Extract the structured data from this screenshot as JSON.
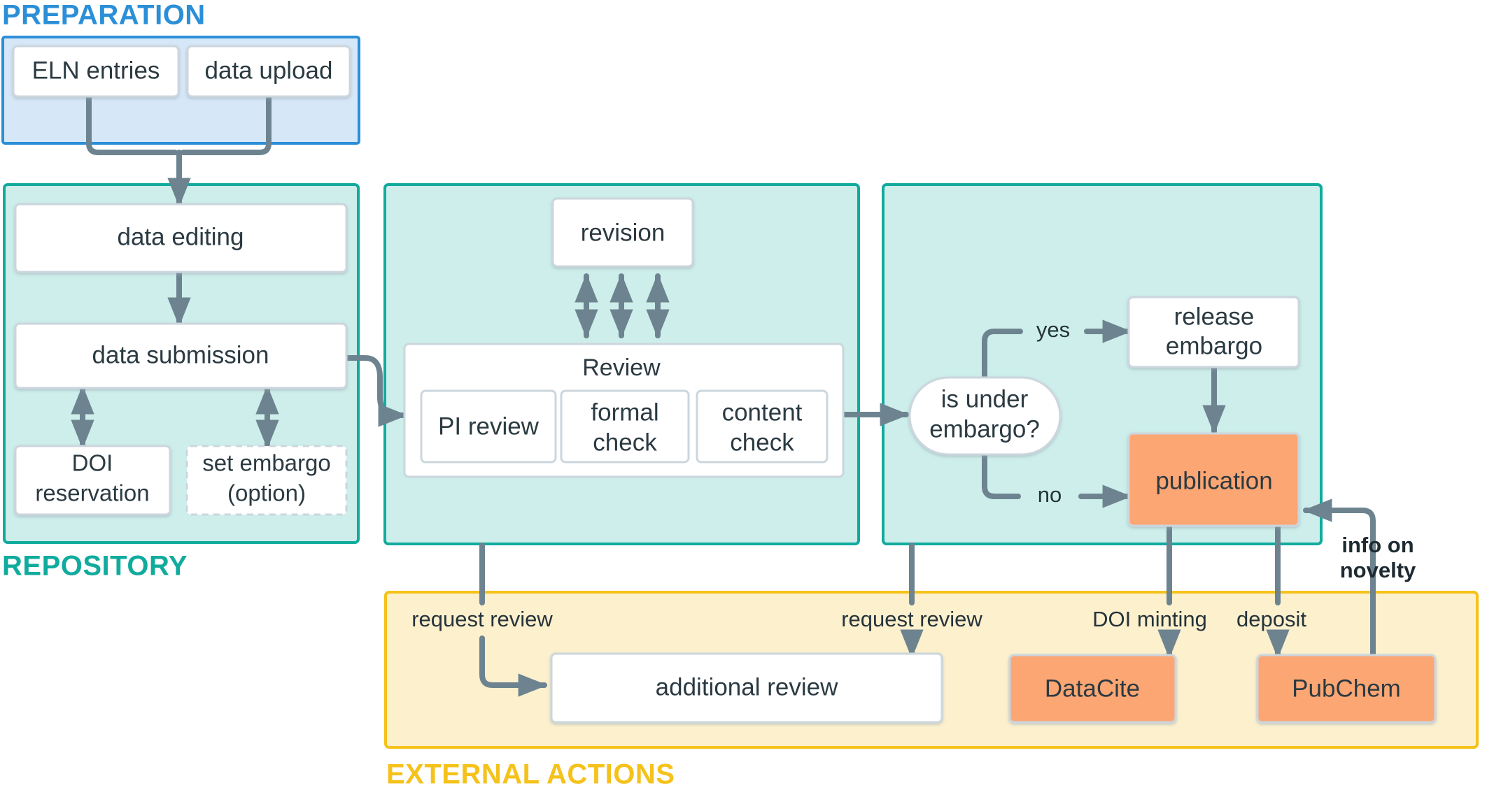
{
  "zones": [
    {
      "key": "preparation",
      "label": "PREPARATION",
      "color": "#2b8fd8",
      "fill": "#d6e7f8"
    },
    {
      "key": "repository",
      "label": "REPOSITORY",
      "color": "#11ab9e",
      "fill": "#cdeeea"
    },
    {
      "key": "external",
      "label": "EXTERNAL ACTIONS",
      "color": "#f5c21b",
      "fill": "#fcf0cd"
    }
  ],
  "nodes": {
    "eln_entries": "ELN entries",
    "data_upload": "data upload",
    "data_editing": "data editing",
    "data_submission": "data submission",
    "doi_reservation": "DOI\nreservation",
    "doi_reservation_l1": "DOI",
    "doi_reservation_l2": "reservation",
    "set_embargo_l1": "set embargo",
    "set_embargo_l2": "(option)",
    "revision": "revision",
    "review_title": "Review",
    "pi_review": "PI review",
    "formal_check_l1": "formal",
    "formal_check_l2": "check",
    "content_check_l1": "content",
    "content_check_l2": "check",
    "is_under_embargo_l1": "is under",
    "is_under_embargo_l2": "embargo?",
    "release_embargo_l1": "release",
    "release_embargo_l2": "embargo",
    "publication": "publication",
    "additional_review": "additional review",
    "datacite": "DataCite",
    "pubchem": "PubChem"
  },
  "edge_labels": {
    "yes": "yes",
    "no": "no",
    "request_review_1": "request review",
    "request_review_2": "request review",
    "doi_minting": "DOI minting",
    "deposit": "deposit",
    "info_on_novelty_l1": "info on",
    "info_on_novelty_l2": "novelty"
  },
  "colors": {
    "preparation_border": "#2b8fd8",
    "preparation_fill": "#d6e7f8",
    "repository_border": "#11ab9e",
    "repository_fill": "#cdeeea",
    "external_border": "#f5c21b",
    "external_fill": "#fcf0cd",
    "node_fill": "#ffffff",
    "node_border": "#ccd6dd",
    "highlight_fill": "#fca673",
    "connector": "#6d8490",
    "text": "#2b3a42"
  }
}
